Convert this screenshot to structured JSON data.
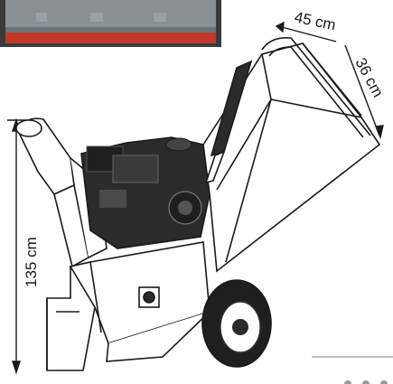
{
  "dimensions": {
    "height_label": "135 cm",
    "hopper_width_label": "45 cm",
    "hopper_depth_label": "36 cm"
  },
  "inset_photo": {
    "present": true,
    "colors": {
      "frame": "#3a3a3a",
      "metal": "#8a8f94",
      "red_band": "#c0392b"
    }
  },
  "colors": {
    "line": "#1a1a1a",
    "engine_dark": "#2b2b2b",
    "tire": "#1f1f1f",
    "background": "#ffffff"
  }
}
